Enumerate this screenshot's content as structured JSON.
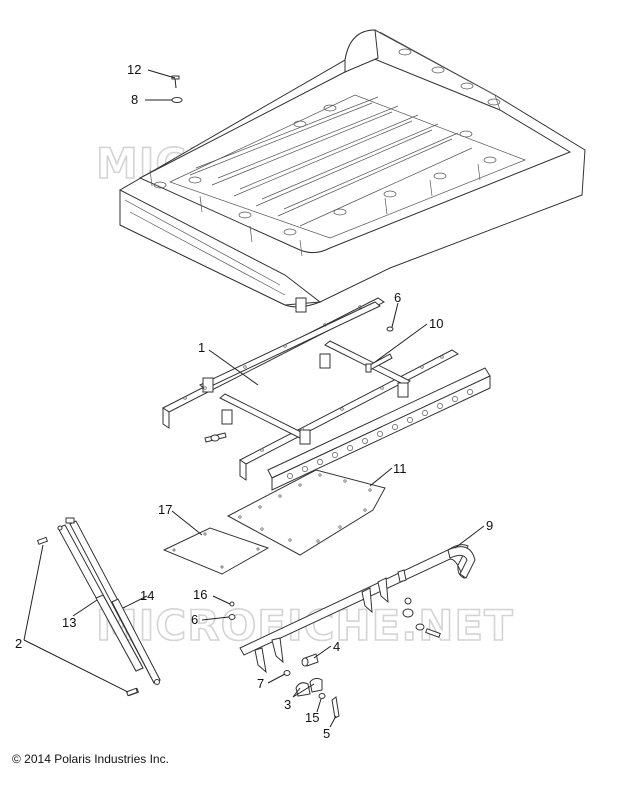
{
  "watermark": "MICROFICHE.NET",
  "copyright": "© 2014 Polaris Industries Inc.",
  "callouts": {
    "c1": "1",
    "c2": "2",
    "c3": "3",
    "c4": "4",
    "c5": "5",
    "c6a": "6",
    "c6b": "6",
    "c7": "7",
    "c8": "8",
    "c9": "9",
    "c10": "10",
    "c11": "11",
    "c12": "12",
    "c13": "13",
    "c14": "14",
    "c15": "15",
    "c16": "16",
    "c17": "17"
  }
}
